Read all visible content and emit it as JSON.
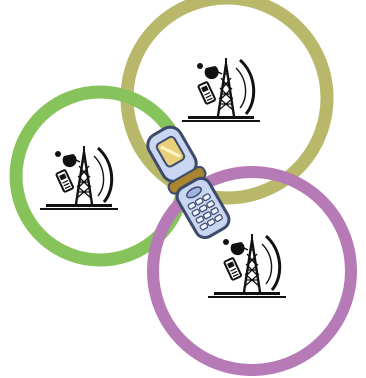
{
  "diagram": {
    "cells": [
      {
        "id": "cell-top",
        "ring_color": "#b9b86a"
      },
      {
        "id": "cell-left",
        "ring_color": "#86c35a"
      },
      {
        "id": "cell-bottom",
        "ring_color": "#b67ab7"
      }
    ],
    "tower_icon": "cell-tower-with-dish-and-phone",
    "handset_icon": "flip-phone",
    "handset_colors": {
      "body": "#c8d6f2",
      "outline": "#3d4a6a",
      "screen": "#e8d07a",
      "hinge": "#a9852f"
    }
  }
}
